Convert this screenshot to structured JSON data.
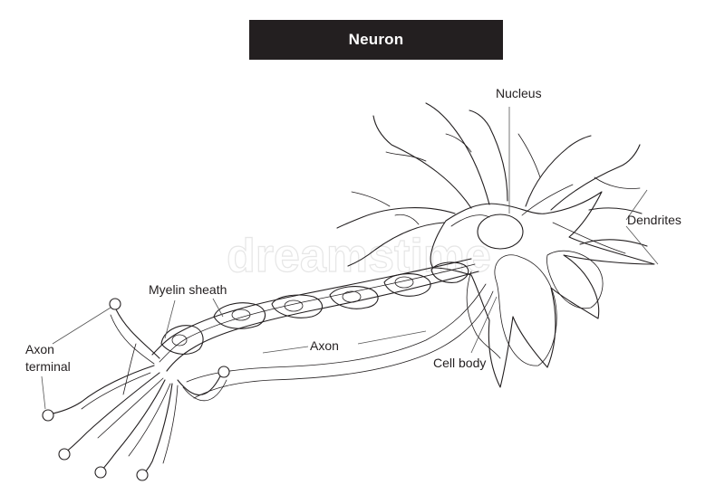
{
  "title": "Neuron",
  "watermark": "dreamstime",
  "labels": {
    "nucleus": "Nucleus",
    "dendrites": "Dendrites",
    "myelin_sheath": "Myelin sheath",
    "axon": "Axon",
    "cell_body": "Cell body",
    "axon_terminal_line1": "Axon",
    "axon_terminal_line2": "terminal"
  },
  "colors": {
    "ink": "#231f20",
    "title_bar": "#231f20",
    "title_text": "#ffffff",
    "background": "#ffffff"
  }
}
